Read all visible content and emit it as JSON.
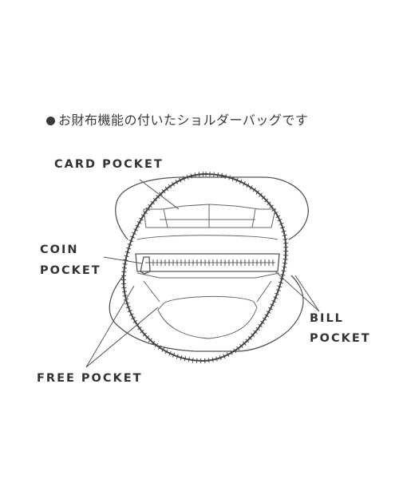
{
  "caption": {
    "text": "お財布機能の付いたショルダーバッグです",
    "bullet_icon": "filled-circle-icon"
  },
  "labels": {
    "card_pocket": "CARD POCKET",
    "coin_line1": "COIN",
    "coin_line2": "POCKET",
    "bill_line1": "BILL",
    "bill_line2": "POCKET",
    "free_pocket": "FREE POCKET"
  },
  "colors": {
    "line": "#555555",
    "text": "#3a3a3a",
    "background": "#ffffff"
  }
}
